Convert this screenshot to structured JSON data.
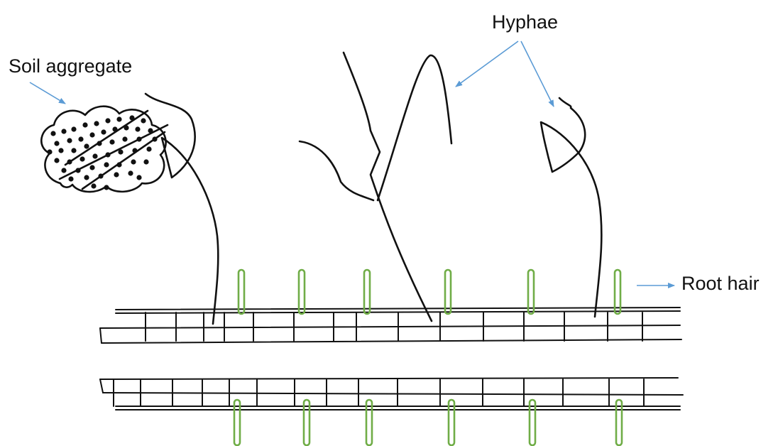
{
  "labels": {
    "soil_aggregate": "Soil aggregate",
    "hyphae": "Hyphae",
    "root_hair": "Root hair"
  },
  "colors": {
    "outline": "#111111",
    "root_hair": "#70ad47",
    "arrow": "#5b9bd5",
    "background": "#ffffff"
  }
}
